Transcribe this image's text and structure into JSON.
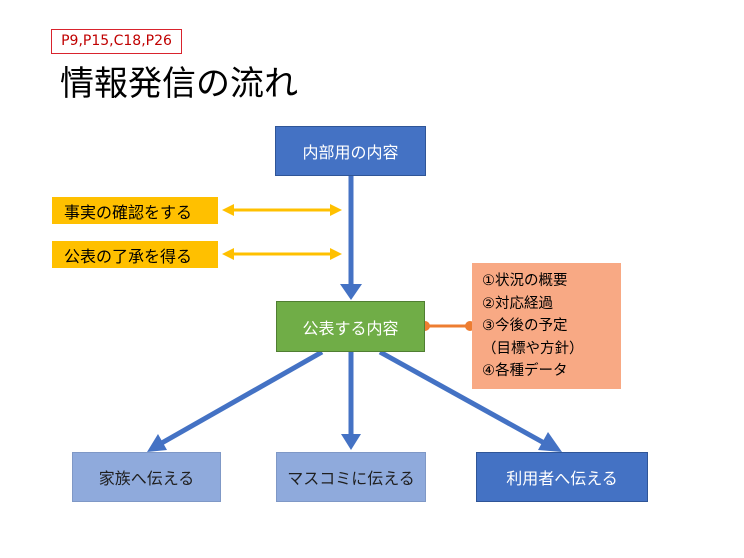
{
  "page_ref": "P9,P15,C18,P26",
  "title": "情報発信の流れ",
  "nodes": {
    "internal": "内部用の内容",
    "public": "公表する内容",
    "family": "家族へ伝える",
    "media": "マスコミに伝える",
    "users": "利用者へ伝える"
  },
  "side_tags": {
    "confirm": "事実の確認をする",
    "approval": "公表の了承を得る"
  },
  "info_box": {
    "lines": [
      "①状況の概要",
      "②対応経過",
      "③今後の予定",
      "（目標や方針）",
      "④各種データ"
    ]
  },
  "colors": {
    "arrow_blue": "#4472c4",
    "arrow_gold": "#ffc000",
    "connector_orange": "#ed7d31"
  }
}
